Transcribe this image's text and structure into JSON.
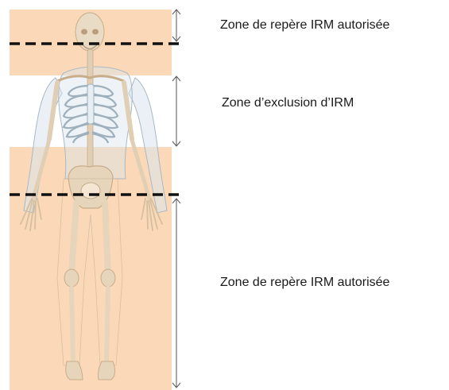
{
  "labels": {
    "top": "Zone de repère IRM autorisée",
    "middle": "Zone d’exclusion d’IRM",
    "bottom": "Zone de repère IRM autorisée"
  },
  "colors": {
    "allowed_zone": "#fbd9b8",
    "body_outline": "#c9b49a",
    "bone": "#eadbc4",
    "bone_shade": "#c8ad8a",
    "ribcage": "#b9c4cc",
    "dashed_line": "#111111",
    "arrow": "#555555"
  },
  "zones": [
    {
      "name": "allowed-top",
      "type": "allowed"
    },
    {
      "name": "exclusion",
      "type": "excluded"
    },
    {
      "name": "allowed-bottom",
      "type": "allowed"
    }
  ]
}
